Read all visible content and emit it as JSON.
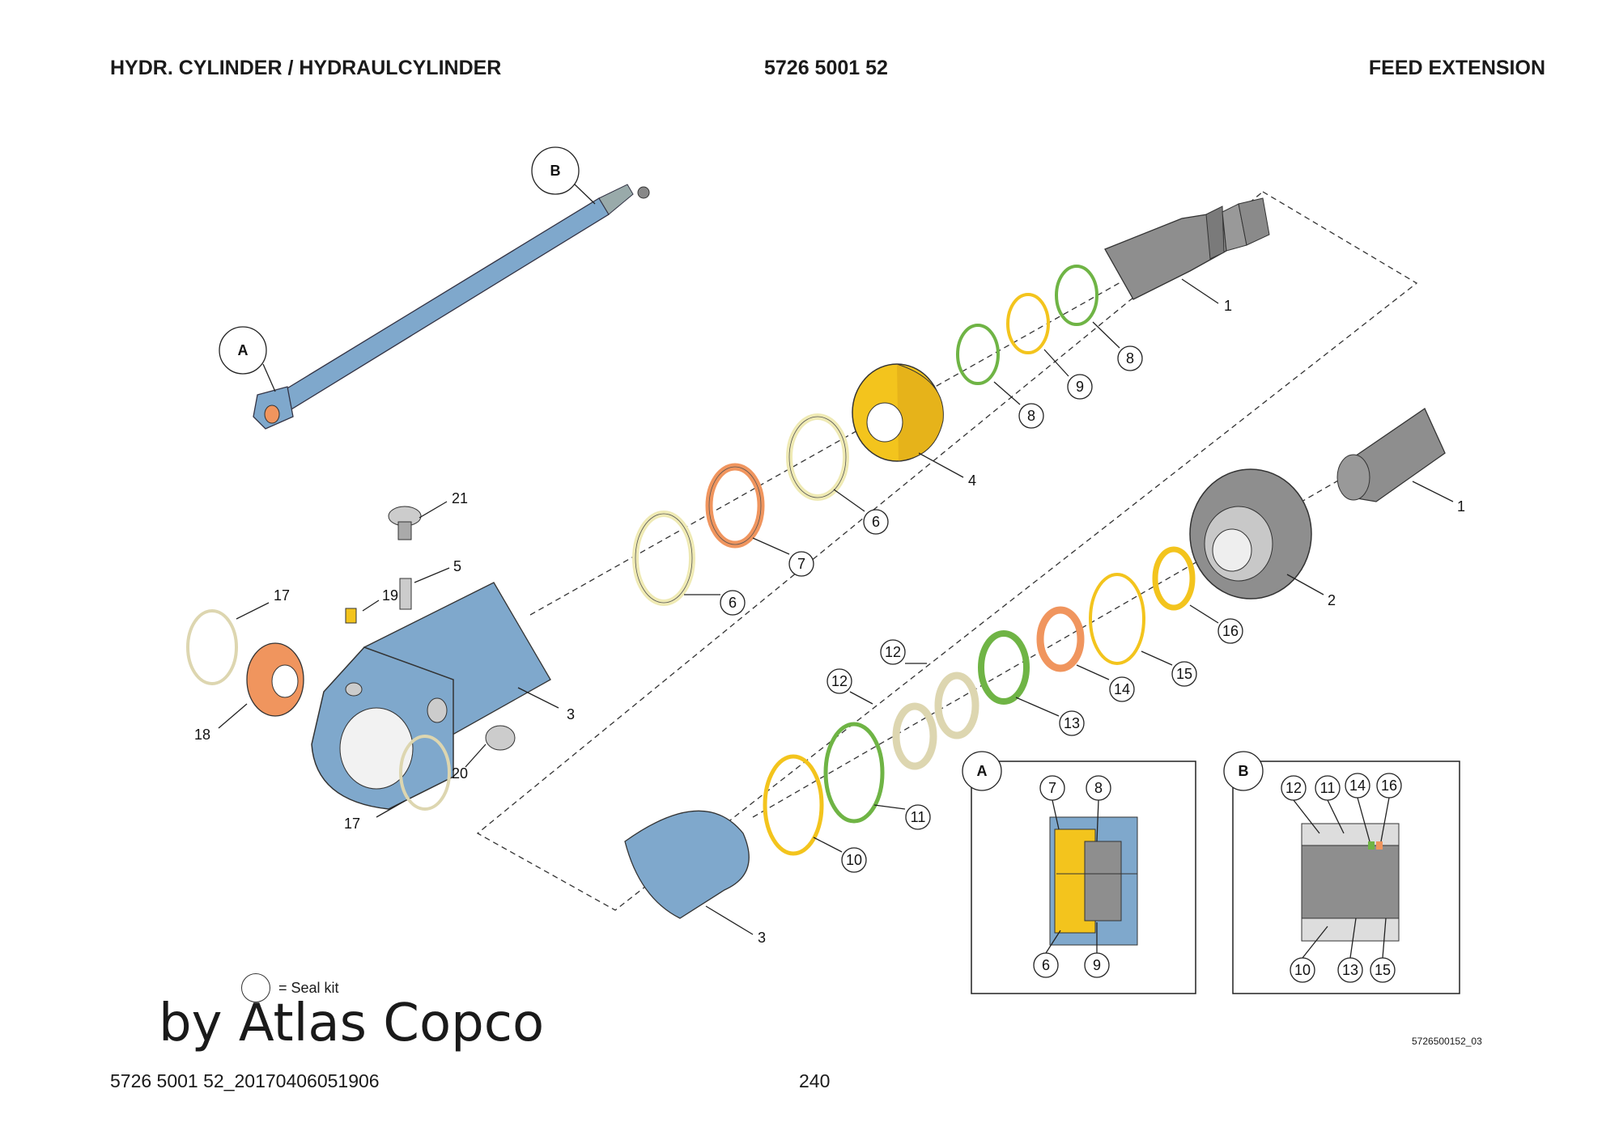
{
  "header": {
    "title_left": "HYDR. CYLINDER / HYDRAULCYLINDER",
    "title_center": "5726 5001 52",
    "title_right": "FEED EXTENSION"
  },
  "footer": {
    "doc_id": "5726 5001 52_20170406051906",
    "page": "240"
  },
  "watermark": "by Atlas Copco",
  "drawing_code": "5726500152_03",
  "legend": {
    "text": "= Seal kit"
  },
  "callouts": {
    "detail_a": "A",
    "detail_b": "B",
    "c1a": "1",
    "c1b": "1",
    "c2": "2",
    "c3a": "3",
    "c3b": "3",
    "c4": "4",
    "c5": "5",
    "c6a": "6",
    "c6b": "6",
    "c7": "7",
    "c8a": "8",
    "c8b": "8",
    "c9": "9",
    "c10": "10",
    "c11": "11",
    "c12a": "12",
    "c12b": "12",
    "c13": "13",
    "c14": "14",
    "c15": "15",
    "c16": "16",
    "c17a": "17",
    "c17b": "17",
    "c18": "18",
    "c19": "19",
    "c20": "20",
    "c21": "21"
  },
  "detail_a_labels": {
    "l7": "7",
    "l8": "8",
    "l6": "6",
    "l9": "9"
  },
  "detail_b_labels": {
    "l12": "12",
    "l11": "11",
    "l14": "14",
    "l16": "16",
    "l10": "10",
    "l13": "13",
    "l15": "15"
  },
  "colors": {
    "blue": "#7fa8cc",
    "orange": "#f0955e",
    "yellow": "#f3c41d",
    "pale_yellow": "#efeab4",
    "green": "#6fb445",
    "grey": "#8e8e8e",
    "tan": "#ddd6b0"
  }
}
